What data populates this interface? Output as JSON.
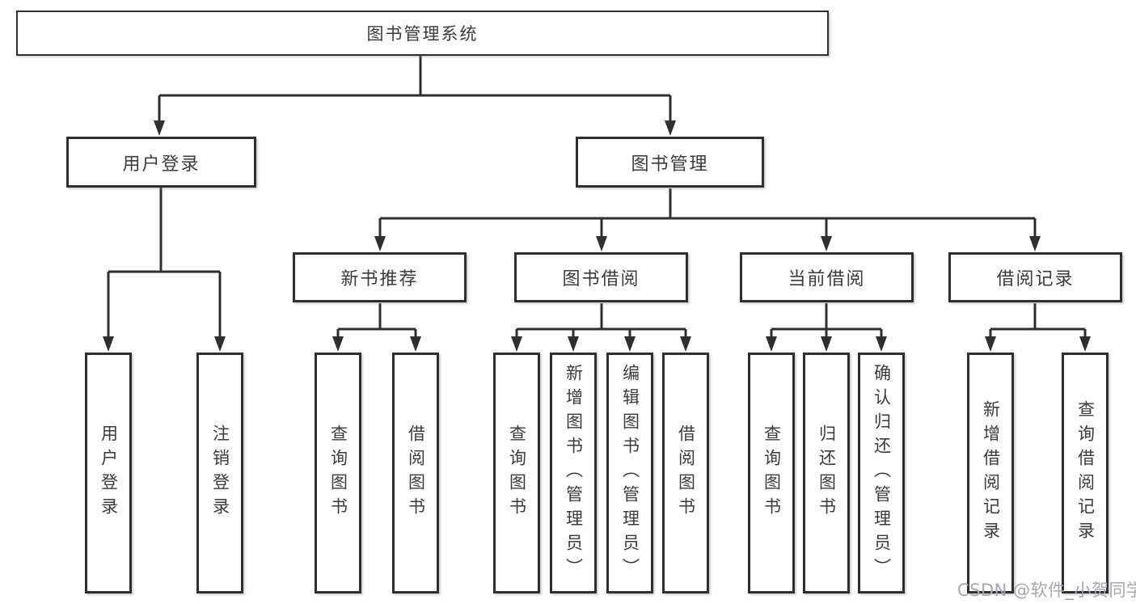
{
  "colors": {
    "line": "#2f2f2f",
    "box_border": "#2f2f2f",
    "text": "#3b3b3b",
    "background": "#ffffff",
    "watermark": "#a7a7ad"
  },
  "tree": {
    "root": {
      "label": "图书管理系统"
    },
    "branches": [
      {
        "label": "用户登录",
        "children": [
          {
            "label": "用户登录"
          },
          {
            "label": "注销登录"
          }
        ]
      },
      {
        "label": "图书管理",
        "children": [
          {
            "label": "新书推荐",
            "children": [
              {
                "label": "查询图书"
              },
              {
                "label": "借阅图书"
              }
            ]
          },
          {
            "label": "图书借阅",
            "children": [
              {
                "label": "查询图书"
              },
              {
                "label": "新增图书（管理员）"
              },
              {
                "label": "编辑图书（管理员）"
              },
              {
                "label": "借阅图书"
              }
            ]
          },
          {
            "label": "当前借阅",
            "children": [
              {
                "label": "查询图书"
              },
              {
                "label": "归还图书"
              },
              {
                "label": "确认归还（管理员）"
              }
            ]
          },
          {
            "label": "借阅记录",
            "children": [
              {
                "label": "新增借阅记录"
              },
              {
                "label": "查询借阅记录"
              }
            ]
          }
        ]
      }
    ]
  },
  "watermark": {
    "text": "CSDN @软件_小贺同学"
  }
}
